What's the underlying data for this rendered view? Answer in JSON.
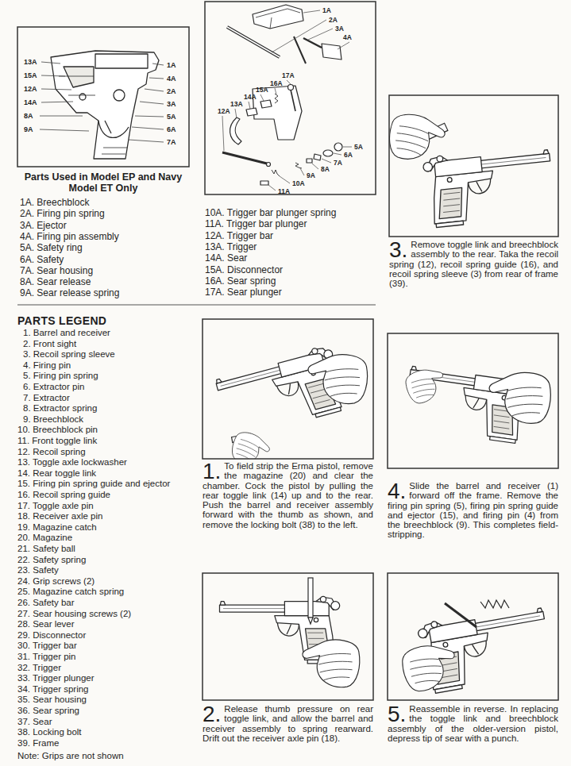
{
  "diagram": {
    "labels": [
      "13A",
      "15A",
      "12A",
      "14A",
      "8A",
      "9A",
      "1A",
      "4A",
      "2A",
      "3A",
      "5A",
      "6A",
      "7A",
      "Parts Used in Model EP and Navy Model ET Only",
      "1A. Breechblock",
      "2A. Firing pin spring",
      "3A. Ejector",
      "4A. Firing pin assembly",
      "5A. Safety ring",
      "6A. Safety",
      "7A. Sear housing",
      "8A. Sear release",
      "9A. Sear release spring",
      "1A",
      "2A",
      "3A",
      "4A",
      "17A",
      "16A",
      "15A",
      "14A",
      "13A",
      "12A",
      "5A",
      "6A",
      "7A",
      "8A",
      "9A",
      "10A",
      "11A",
      "10A. Trigger bar plunger spring",
      "11A. Trigger bar plunger",
      "12A. Trigger bar",
      "13A. Trigger",
      "14A. Sear",
      "15A. Disconnector",
      "16A. Sear spring",
      "17A. Sear plunger",
      "3.",
      "Remove toggle link and breechblock assembly to the rear. Taka the recoil spring (12), recoil spring guide (16), and recoil spring sleeve (3) from rear of frame (39).",
      "PARTS LEGEND",
      "1. Barrel and receiver",
      "2. Front sight",
      "3. Recoil spring sleeve",
      "4. Firing pin",
      "5. Firing pin spring",
      "6. Extractor pin",
      "7. Extractor",
      "8. Extractor spring",
      "9. Breechblock",
      "10. Breechblock pin",
      "11. Front toggle link",
      "12. Recoil spring",
      "13. Toggle axle lockwasher",
      "14. Rear toggle link",
      "15. Firing pin spring guide and ejector",
      "16. Recoil spring guide",
      "17. Toggle axle pin",
      "18. Receiver axle pin",
      "19. Magazine catch",
      "20. Magazine",
      "21. Safety ball",
      "22. Safety spring",
      "23. Safety",
      "24. Grip screws (2)",
      "25. Magazine catch spring",
      "26. Safety bar",
      "27. Sear housing screws (2)",
      "28. Sear lever",
      "29. Disconnector",
      "30. Trigger bar",
      "31. Trigger pin",
      "32. Trigger",
      "33. Trigger plunger",
      "34. Trigger spring",
      "35. Sear housing",
      "36. Sear spring",
      "37. Sear",
      "38. Locking bolt",
      "39. Frame",
      "Note: Grips are not shown",
      "1.",
      "To field strip the Erma pistol, remove the magazine (20) and clear the chamber. Cock the pistol by pulling the rear toggle link (14) up and to the rear. Push the barrel and receiver assembly forward with the thumb as shown, and remove the locking bolt (38) to the left.",
      "4.",
      "Slide the barrel and receiver (1) forward off the frame. Remove the firing pin spring (5), firing pin spring guide and ejector (15), and firing pin (4) from the breechblock (9). This completes field-stripping.",
      "2.",
      "Release thumb pressure on rear toggle link, and allow the barrel and receiver assembly to spring rearward. Drift out the receiver axle pin (18).",
      "5.",
      "Reassemble in reverse. In replacing the toggle link and breechblock assembly of the older-version pistol, depress tip of sear with a punch."
    ]
  }
}
